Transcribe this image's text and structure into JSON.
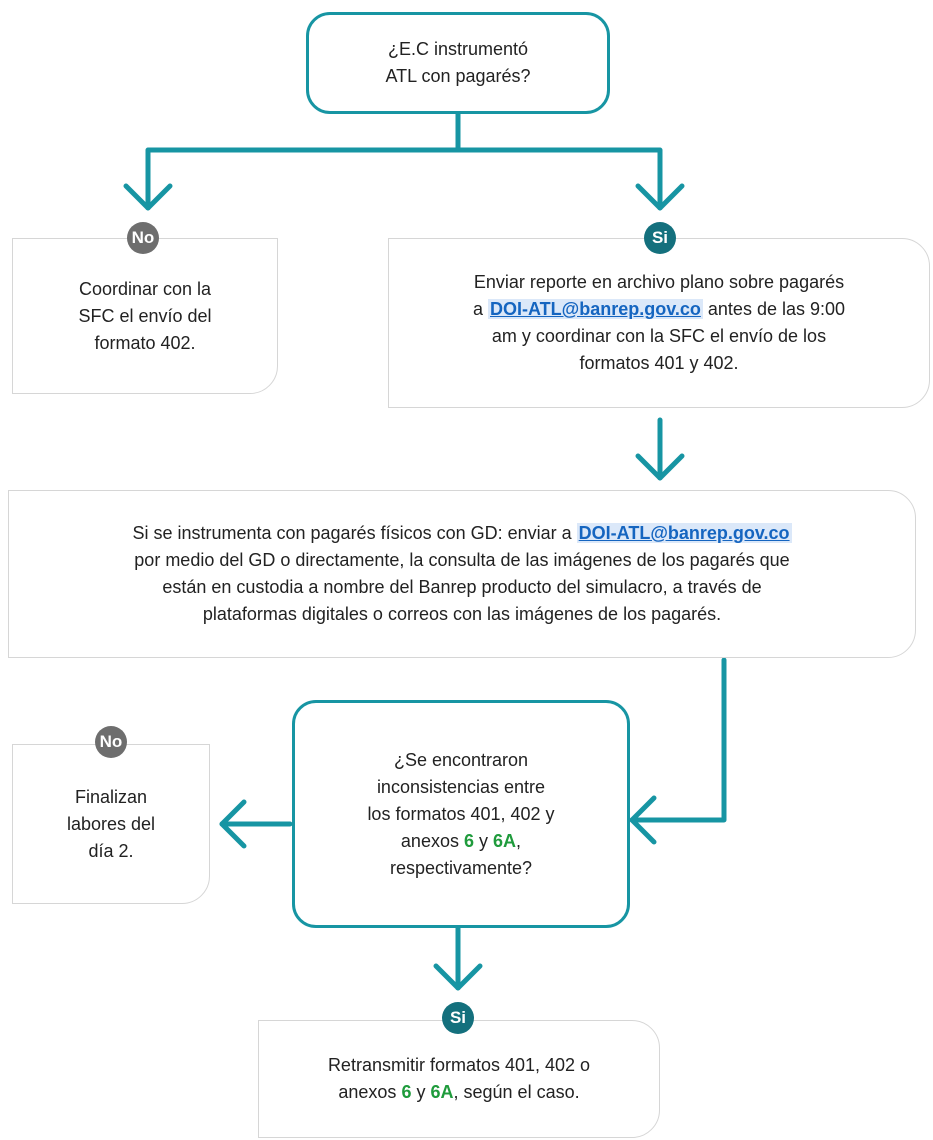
{
  "colors": {
    "connector": "#1795a3",
    "badge_no": "#6e6e6e",
    "badge_si": "#14707d",
    "link": "#1565c0",
    "highlight": "#1f9b3c"
  },
  "decision1": {
    "line1": "¿E.C instrumentó",
    "line2": "ATL con pagarés?"
  },
  "badges": {
    "no": "No",
    "si": "Si"
  },
  "box_no": {
    "line1": "Coordinar con la",
    "line2": "SFC el envío del",
    "line3": "formato 402."
  },
  "box_si": {
    "line1": "Enviar reporte en archivo plano sobre pagarés",
    "prefix": "a",
    "email": "DOI-ATL@banrep.gov.co",
    "suffix": "antes de las 9:00",
    "line3": "am y coordinar con la SFC el envío de los",
    "line4": "formatos 401 y 402."
  },
  "box_physical": {
    "line1_text": "Si se instrumenta con pagarés físicos con GD: enviar a",
    "email": "DOI-ATL@banrep.gov.co",
    "line2": "por medio del GD o directamente, la consulta de las imágenes de los pagarés que",
    "line3": "están en custodia a nombre del Banrep producto del simulacro, a través de",
    "line4": "plataformas digitales o correos con las imágenes de los pagarés."
  },
  "decision2": {
    "line1": "¿Se encontraron",
    "line2": "inconsistencias entre",
    "line3": "los formatos 401, 402 y",
    "line4_pre": "anexos",
    "annex_a": "6",
    "line4_mid": "y",
    "annex_b": "6A",
    "line4_post": ",",
    "line5": "respectivamente?"
  },
  "box_end": {
    "line1": "Finalizan",
    "line2": "labores del",
    "line3": "día 2."
  },
  "box_retransmit": {
    "line1": "Retransmitir formatos 401, 402 o",
    "line2_pre": "anexos",
    "annex_a": "6",
    "line2_mid": "y",
    "annex_b": "6A",
    "line2_post": ", según el caso."
  }
}
